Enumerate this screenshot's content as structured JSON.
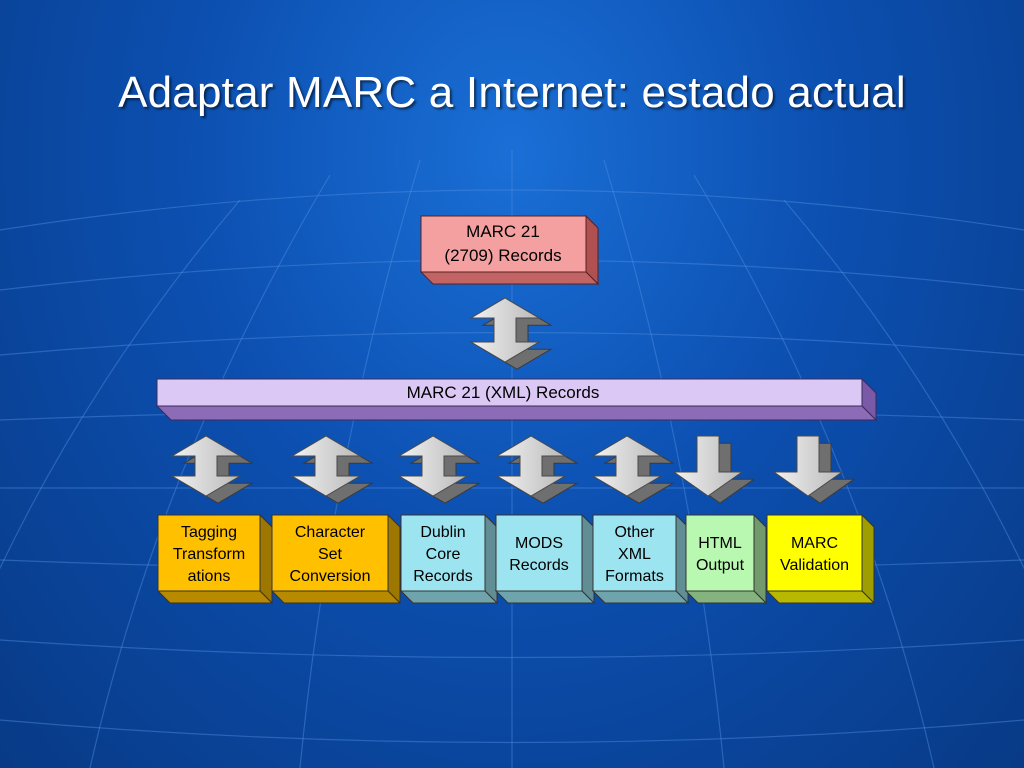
{
  "slide": {
    "title": "Adaptar MARC a Internet: estado actual"
  },
  "diagram": {
    "source": {
      "lines": [
        "MARC 21",
        "(2709) Records"
      ],
      "color": "#f4a0a0"
    },
    "middle": {
      "label": "MARC 21 (XML) Records",
      "color": "#dcc8f4"
    },
    "outputs": [
      {
        "lines": [
          "Tagging",
          "Transform",
          "ations"
        ],
        "color": "#ffc000",
        "arrow": "both"
      },
      {
        "lines": [
          "Character",
          "Set",
          "Conversion"
        ],
        "color": "#ffc000",
        "arrow": "both"
      },
      {
        "lines": [
          "Dublin",
          "Core",
          "Records"
        ],
        "color": "#9ce4f0",
        "arrow": "both"
      },
      {
        "lines": [
          "MODS",
          "Records"
        ],
        "color": "#9ce4f0",
        "arrow": "both"
      },
      {
        "lines": [
          "Other",
          "XML",
          "Formats"
        ],
        "color": "#9ce4f0",
        "arrow": "both"
      },
      {
        "lines": [
          "HTML",
          "Output"
        ],
        "color": "#b8f8b0",
        "arrow": "down"
      },
      {
        "lines": [
          "MARC",
          "Validation"
        ],
        "color": "#ffff00",
        "arrow": "down"
      }
    ]
  }
}
